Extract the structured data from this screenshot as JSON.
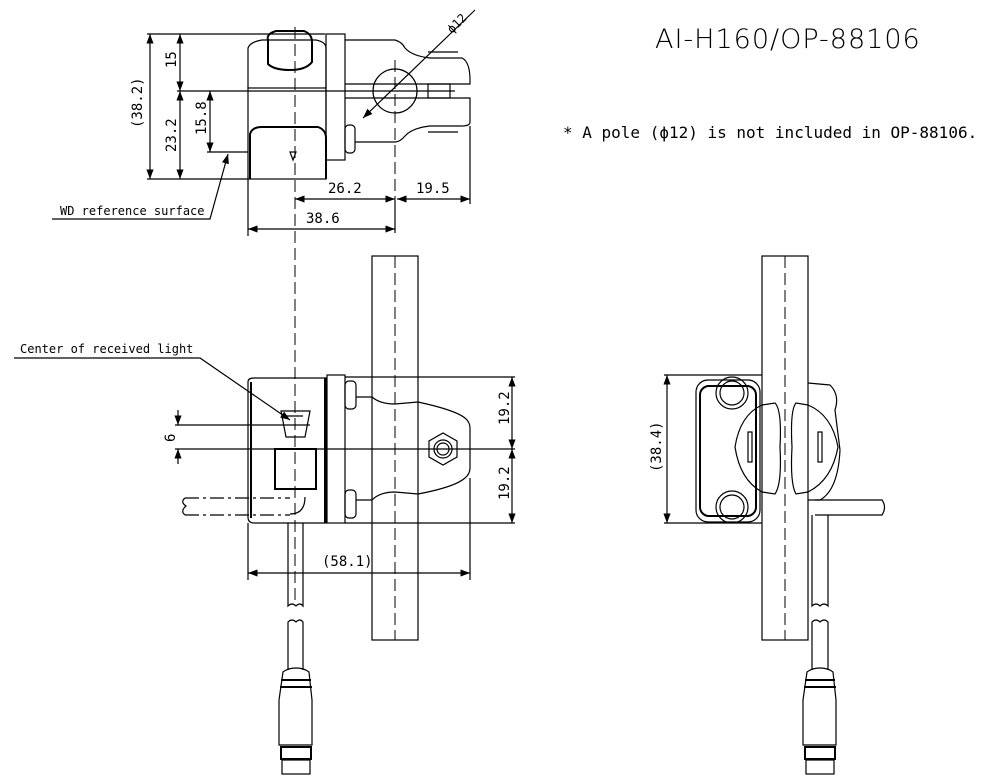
{
  "title": "AI-H160/OP-88106",
  "note": "* A pole (ϕ12) is not included in OP-88106.",
  "labels": {
    "wd_reference": "WD reference surface",
    "center_light": "Center of received light"
  },
  "dimensions": {
    "top_total": "(38.2)",
    "top_upper": "15",
    "top_lower": "23.2",
    "top_wd": "15.8",
    "top_dia": "ϕ12",
    "top_26": "26.2",
    "top_19": "19.5",
    "top_38": "38.6",
    "front_upper": "19.2",
    "front_lower": "19.2",
    "front_6": "6",
    "front_width": "(58.1)",
    "side_height": "(38.4)"
  }
}
